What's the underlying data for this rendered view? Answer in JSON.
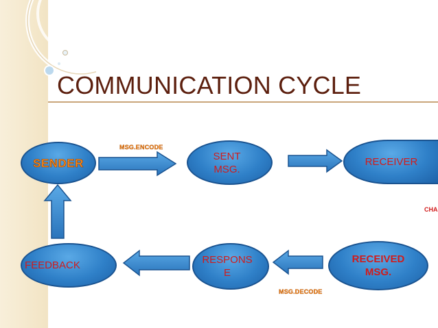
{
  "title": "COMMUNICATION CYCLE",
  "nodes": {
    "sender": "SENDER",
    "sent_msg": "SENT\nMSG.",
    "receiver": "RECEIVER",
    "received_msg": "RECEIVED\nMSG.",
    "response": "RESPONS\nE",
    "feedback": "FEEDBACK"
  },
  "edge_labels": {
    "encode": "MSG.ENCODE",
    "decode": "MSG.DECODE",
    "channel_partial": "CHAN"
  },
  "colors": {
    "title": "#5c1f0e",
    "node_fill": "#2f80c8",
    "arrow_fill": "#2f80c8",
    "label_orange": "#ff8c1a",
    "text_red": "#d11b1b",
    "stripe": "#f2e4c4"
  }
}
